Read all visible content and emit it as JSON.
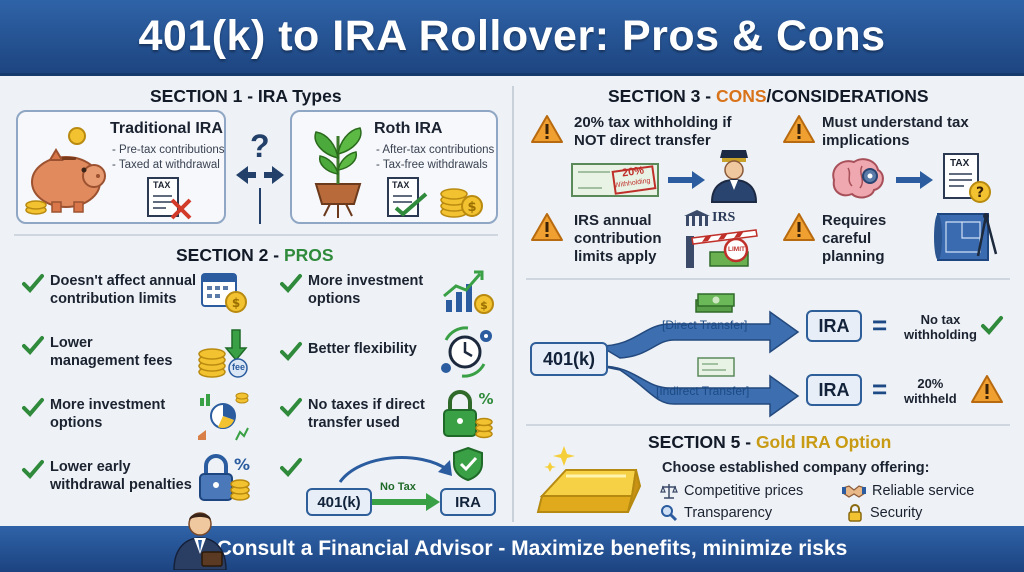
{
  "title": "401(k) to IRA Rollover: Pros & Cons",
  "section1": {
    "title": "SECTION 1 - IRA Types",
    "question_mark": "?",
    "traditional": {
      "title": "Traditional IRA",
      "lines": [
        "- Pre-tax contributions",
        "- Taxed at withdrawal"
      ],
      "doc_label": "TAX"
    },
    "roth": {
      "title": "Roth IRA",
      "lines": [
        "- After-tax contributions",
        "- Tax-free withdrawals"
      ],
      "doc_label": "TAX"
    }
  },
  "section2": {
    "title_prefix": "SECTION 2 - ",
    "title_highlight": "PROS",
    "pros": [
      {
        "line1": "Doesn't affect annual",
        "line2": "contribution limits"
      },
      {
        "line1": "Lower",
        "line2": "management fees"
      },
      {
        "line1": "More investment",
        "line2": "options"
      },
      {
        "line1": "Lower early",
        "line2": "withdrawal penalties"
      },
      {
        "line1": "More investment",
        "line2": "options"
      },
      {
        "line1": "Better flexibility",
        "line2": ""
      },
      {
        "line1": "No taxes if direct",
        "line2": "transfer used"
      }
    ],
    "fee_label": "fee",
    "mini_flow": {
      "from": "401(k)",
      "label": "No Tax",
      "to": "IRA"
    }
  },
  "section3": {
    "title_prefix": "SECTION 3 - ",
    "title_highlight": "CONS",
    "title_suffix": "/CONSIDERATIONS",
    "cons": [
      {
        "line1": "20% tax withholding if",
        "line2": "NOT direct transfer",
        "line3": ""
      },
      {
        "line1": "Must understand tax",
        "line2": "implications",
        "line3": ""
      },
      {
        "line1": "IRS annual",
        "line2": "contribution",
        "line3": "limits apply"
      },
      {
        "line1": "Requires",
        "line2": "careful",
        "line3": "planning"
      }
    ],
    "check_label": "20%",
    "check_sub": "Withholding",
    "irs_label": "IRS",
    "limit_label": "LIMIT",
    "tax_doc_label": "TAX"
  },
  "flow": {
    "source": "401(k)",
    "direct": {
      "label": "[Direct Transfer]",
      "target": "IRA",
      "eq": "=",
      "result_line1": "No tax",
      "result_line2": "withholding"
    },
    "indirect": {
      "label": "[Indirect Transfer]",
      "target": "IRA",
      "eq": "=",
      "result_line1": "20%",
      "result_line2": "withheld"
    }
  },
  "section5": {
    "title_prefix": "SECTION 5 - ",
    "title_highlight": "Gold IRA Option",
    "subtitle": "Choose established company offering:",
    "items": [
      "Competitive prices",
      "Reliable service",
      "Transparency",
      "Security"
    ]
  },
  "footer": "Consult a Financial Advisor - Maximize benefits, minimize risks",
  "colors": {
    "header": "#2a5c9f",
    "pros_green": "#2f8a3b",
    "cons_orange": "#d9731a",
    "gold": "#c99a13"
  }
}
